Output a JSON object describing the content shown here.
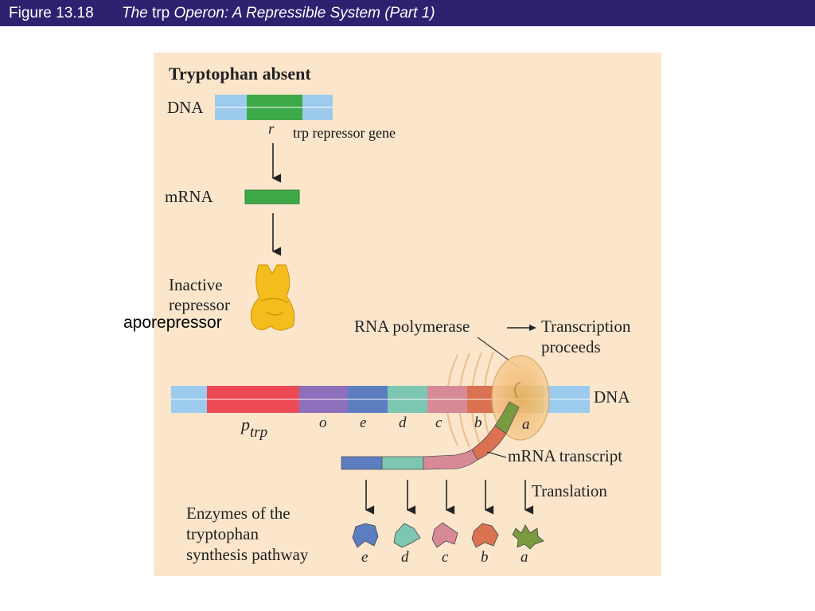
{
  "header": {
    "figure_number": "Figure 13.18",
    "title_part1": "The",
    "title_part2": "trp",
    "title_part3": "Operon: A Repressible System (Part 1)"
  },
  "diagram": {
    "heading": "Tryptophan absent",
    "dna_label_top": "DNA",
    "gene_r": "r",
    "repressor_gene_note": "trp repressor gene",
    "mrna_label": "mRNA",
    "inactive_repressor_line1": "Inactive",
    "inactive_repressor_line2": "repressor",
    "aporepressor": "aporepressor",
    "rna_polymerase": "RNA polymerase",
    "transcription_line1": "Transcription",
    "transcription_line2": "proceeds",
    "dna_label_main": "DNA",
    "promoter_p": "p",
    "promoter_sub": "trp",
    "genes": [
      "o",
      "e",
      "d",
      "c",
      "b",
      "a"
    ],
    "mrna_transcript": "mRNA transcript",
    "translation": "Translation",
    "enzymes_line1": "Enzymes of the",
    "enzymes_line2": "tryptophan",
    "enzymes_line3": "synthesis pathway",
    "enzyme_labels": [
      "e",
      "d",
      "c",
      "b",
      "a"
    ]
  },
  "colors": {
    "title_bar": "#2e2170",
    "panel": "#fbe6cc",
    "dna_light": "#9ccbee",
    "green": "#3daa47",
    "repressor": "#f3bd1e",
    "promoter": "#ec4a55",
    "operator": "#8e6fbc",
    "gene_e": "#5c7dc0",
    "gene_d": "#7dc6b2",
    "gene_c": "#d78a96",
    "gene_b": "#da7150",
    "gene_a": "#7a9a40",
    "polymerase": "#f5c98b"
  }
}
